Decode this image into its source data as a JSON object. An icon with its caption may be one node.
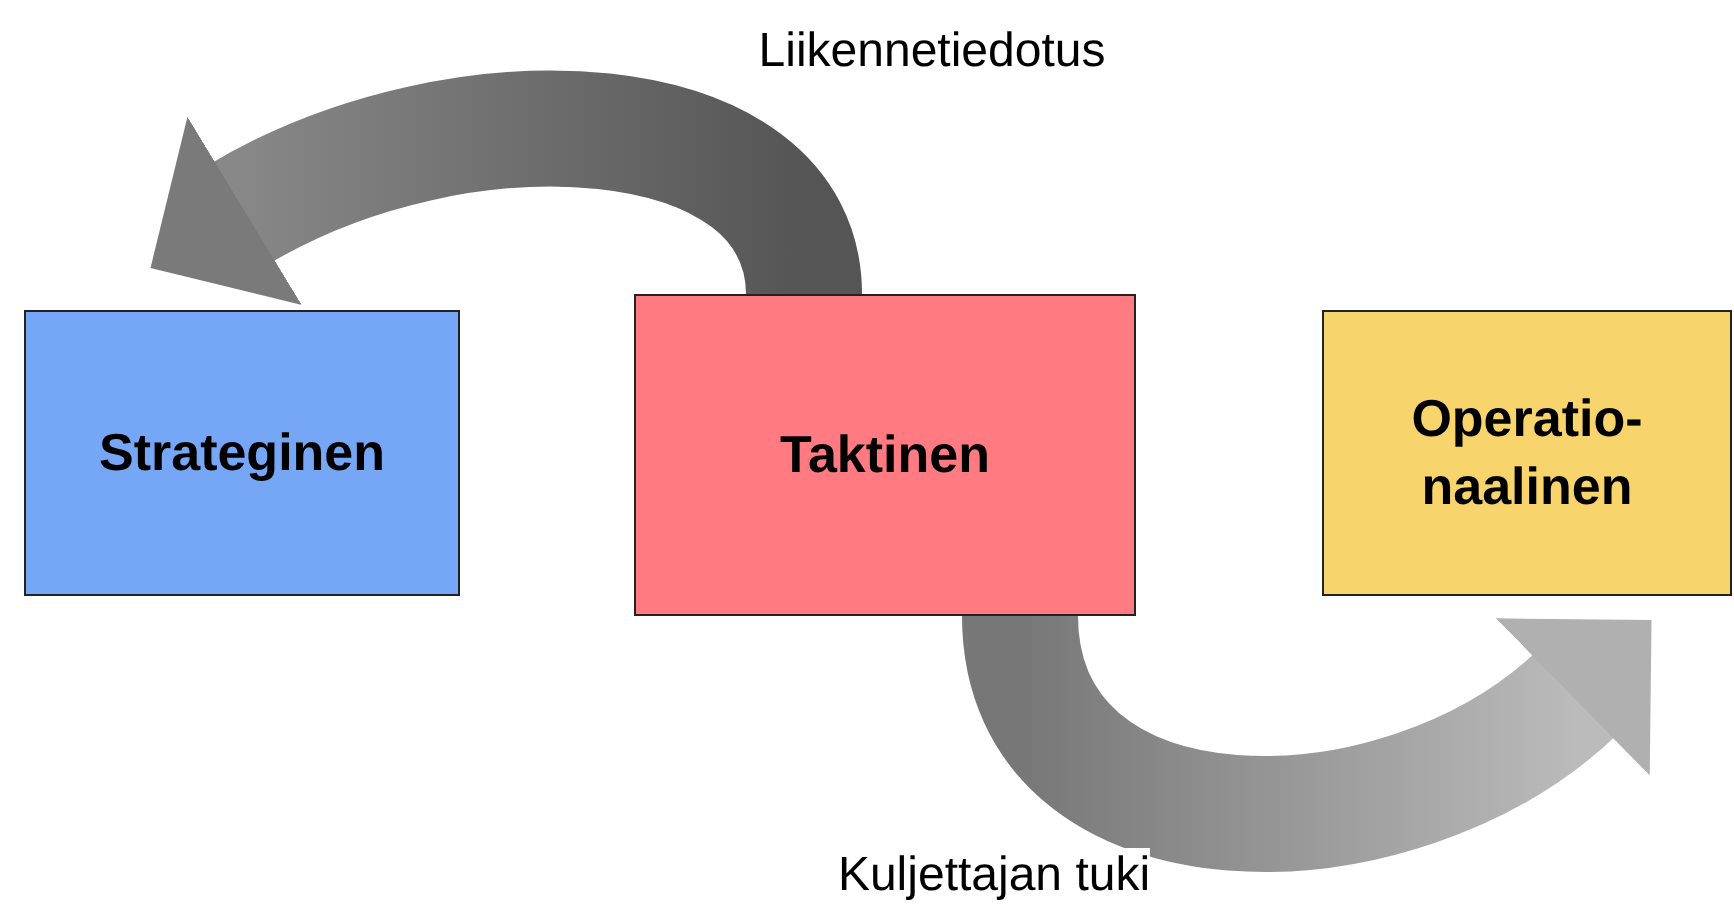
{
  "diagram": {
    "nodes": [
      {
        "text": [
          "Strateginen"
        ]
      },
      {
        "text": [
          "Taktinen"
        ]
      },
      {
        "text": [
          "Operatio-naalinen"
        ]
      }
    ],
    "edges": [
      {
        "from": 1,
        "to": 0,
        "arrow": "to",
        "label": "Liikennetiedotus"
      },
      {
        "from": 1,
        "to": 2,
        "arrow": "to",
        "label": "Kuljettajan tuki"
      }
    ]
  }
}
